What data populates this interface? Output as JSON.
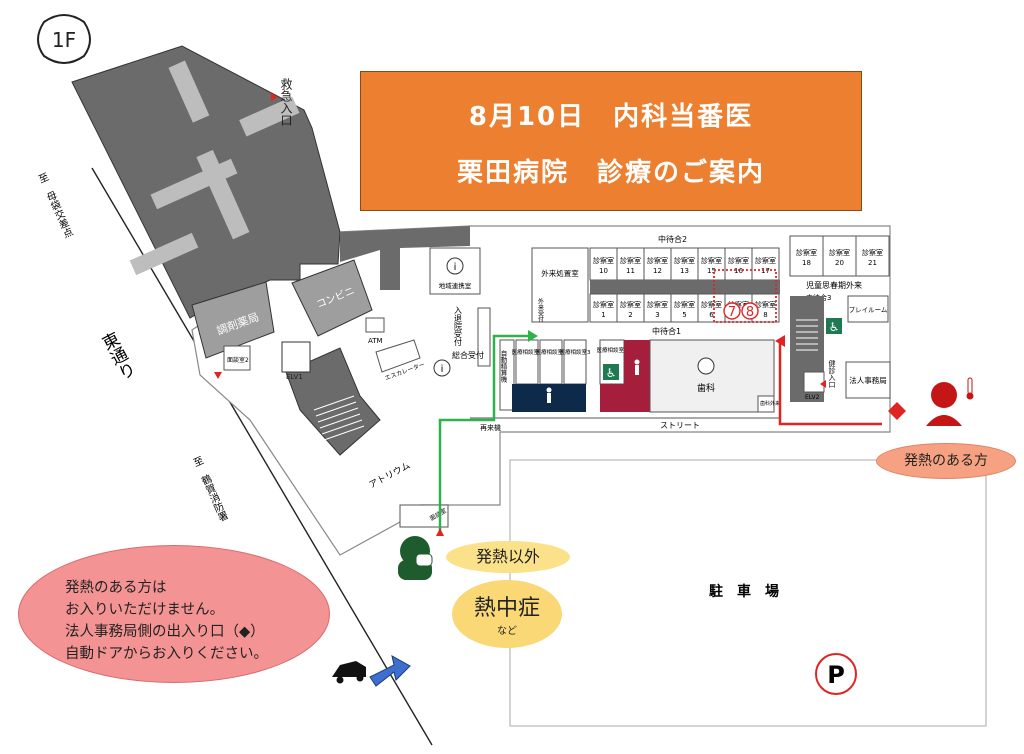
{
  "floor_label": "1F",
  "banner": {
    "line1": "8月10日　内科当番医",
    "line2": "栗田病院　診療のご案内"
  },
  "note": {
    "lines": [
      "発熱のある方は",
      "お入りいただけません。",
      "法人事務局側の出入り口（◆）",
      "自動ドアからお入りください。"
    ]
  },
  "callouts": {
    "fever": "発熱のある方",
    "non_fever": "発熱以外",
    "heatstroke": "熱中症",
    "heatstroke_sub": "など"
  },
  "streets": {
    "east": "東通り",
    "to_intersection": "至　母袋交差点",
    "to_fire": "至　鶴賀消防署"
  },
  "rooms": {
    "emergency": "救急入口",
    "pharmacy": "調剤薬局",
    "convenience": "コンビニ",
    "regional": "地域連携室",
    "info_mark": "i",
    "reception_in": "入退院受付",
    "general_reception": "総合受付",
    "atm": "ATM",
    "escalator": "エスカレーター",
    "elv1": "ELV1",
    "elv2": "ELV2",
    "consult2": "面談室2",
    "atrium": "アトリウム",
    "consult_entry": "面談室",
    "auto_pay": "自動精算機",
    "medical_consult_1": "医療相談室1",
    "medical_consult_2": "医療相談室2",
    "medical_consult_3": "医療相談室3",
    "medical_consult_5": "医療相談室5",
    "dental": "歯科",
    "dental_outpatient": "歯科外来",
    "outpatient_treatment": "外来処置室",
    "outpatient_reception": "外来受付",
    "waiting1": "中待合1",
    "waiting2": "中待合2",
    "waiting3": "中待合3",
    "revisit": "再来機",
    "street": "ストリート",
    "exam_prefix": "診察室",
    "exam_top": [
      "10",
      "11",
      "12",
      "13",
      "15",
      "16",
      "17"
    ],
    "exam_bottom": [
      "1",
      "2",
      "3",
      "5",
      "6",
      "7",
      "8"
    ],
    "exam_right": [
      "18",
      "20",
      "21"
    ],
    "adolescent": "児童思春期外来",
    "playroom": "プレイルーム",
    "health_entry": "健診入口",
    "corp_office": "法人事務局",
    "parking": "駐　車　場",
    "parking_mark": "P",
    "mark7": "⑦",
    "mark8": "⑧"
  },
  "colors": {
    "banner": "#ec8030",
    "dark_building": "#6b6b6b",
    "green_route": "#2eb34a",
    "red_route": "#e02424",
    "navy_toilet": "#0e2a4a",
    "maroon_toilet": "#a51f3c"
  }
}
